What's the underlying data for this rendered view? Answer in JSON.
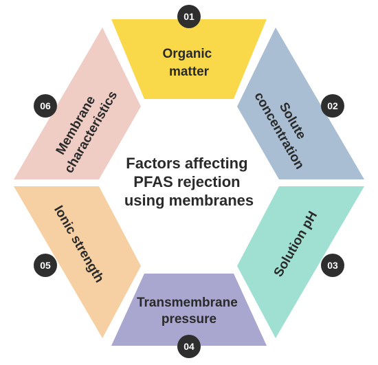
{
  "center": {
    "lines": [
      "Factors affecting",
      "PFAS rejection",
      "using membranes"
    ]
  },
  "segments": [
    {
      "number": "01",
      "lines": [
        "Organic",
        "matter"
      ],
      "color": "#f9d94a"
    },
    {
      "number": "02",
      "lines": [
        "Solute",
        "concentration"
      ],
      "color": "#a9bed3"
    },
    {
      "number": "03",
      "lines": [
        "Solution pH"
      ],
      "color": "#9fe0d2"
    },
    {
      "number": "04",
      "lines": [
        "Transmembrane",
        "pressure"
      ],
      "color": "#a9a6cf"
    },
    {
      "number": "05",
      "lines": [
        "Ionic strength"
      ],
      "color": "#f6cfa2"
    },
    {
      "number": "06",
      "lines": [
        "Membrane",
        "characteristics"
      ],
      "color": "#efcdc5"
    }
  ],
  "badge_color": "#2e2e2e"
}
